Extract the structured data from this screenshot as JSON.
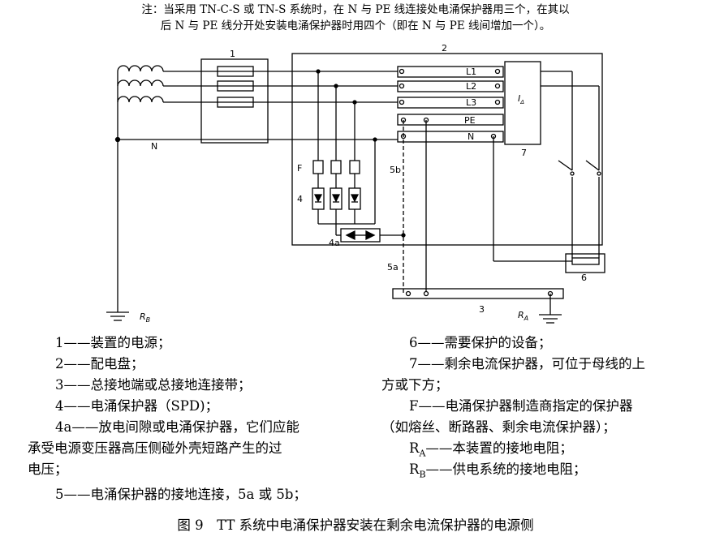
{
  "note": {
    "line1": "注：当采用 TN-C-S 或 TN-S 系统时，在 N 与 PE 线连接处电涌保护器用三个，在其以",
    "line2": "后 N 与 PE 线分开处安装电涌保护器时用四个（即在 N 与 PE 线间增加一个）。"
  },
  "diagram": {
    "labels": {
      "n1": "1",
      "n2": "2",
      "n3": "3",
      "n4": "4",
      "n6": "6",
      "n7": "7",
      "n4a": "4a",
      "n5a": "5a",
      "n5b": "5b",
      "F": "F",
      "N_supply": "N",
      "L1": "L1",
      "L2": "L2",
      "L3": "L3",
      "PE": "PE",
      "Nbus": "N",
      "Idelta": "I",
      "Idelta_sub": "Δ",
      "RB": "R",
      "RB_sub": "B",
      "RA": "R",
      "RA_sub": "A"
    }
  },
  "legend": {
    "left": [
      "1——装置的电源；",
      "2——配电盘；",
      "3——总接地端或总接地连接带；",
      "4——电涌保护器（SPD)；",
      "4a——放电间隙或电涌保护器，它们应能",
      "承受电源变压器高压侧碰外壳短路产生的过",
      "电压；",
      "5——电涌保护器的接地连接，5a 或 5b；"
    ],
    "right": [
      "6——需要保护的设备；",
      "7——剩余电流保护器，可位于母线的上",
      "方或下方；",
      "F——电涌保护器制造商指定的保护器",
      "（如熔丝、断路器、剩余电流保护器）；",
      "——本装置的接地电阻；",
      "——供电系统的接地电阻；"
    ],
    "RA": "R",
    "RA_sub": "A",
    "RB": "R",
    "RB_sub": "B"
  },
  "caption": "图 9　TT 系统中电涌保护器安装在剩余电流保护器的电源侧"
}
